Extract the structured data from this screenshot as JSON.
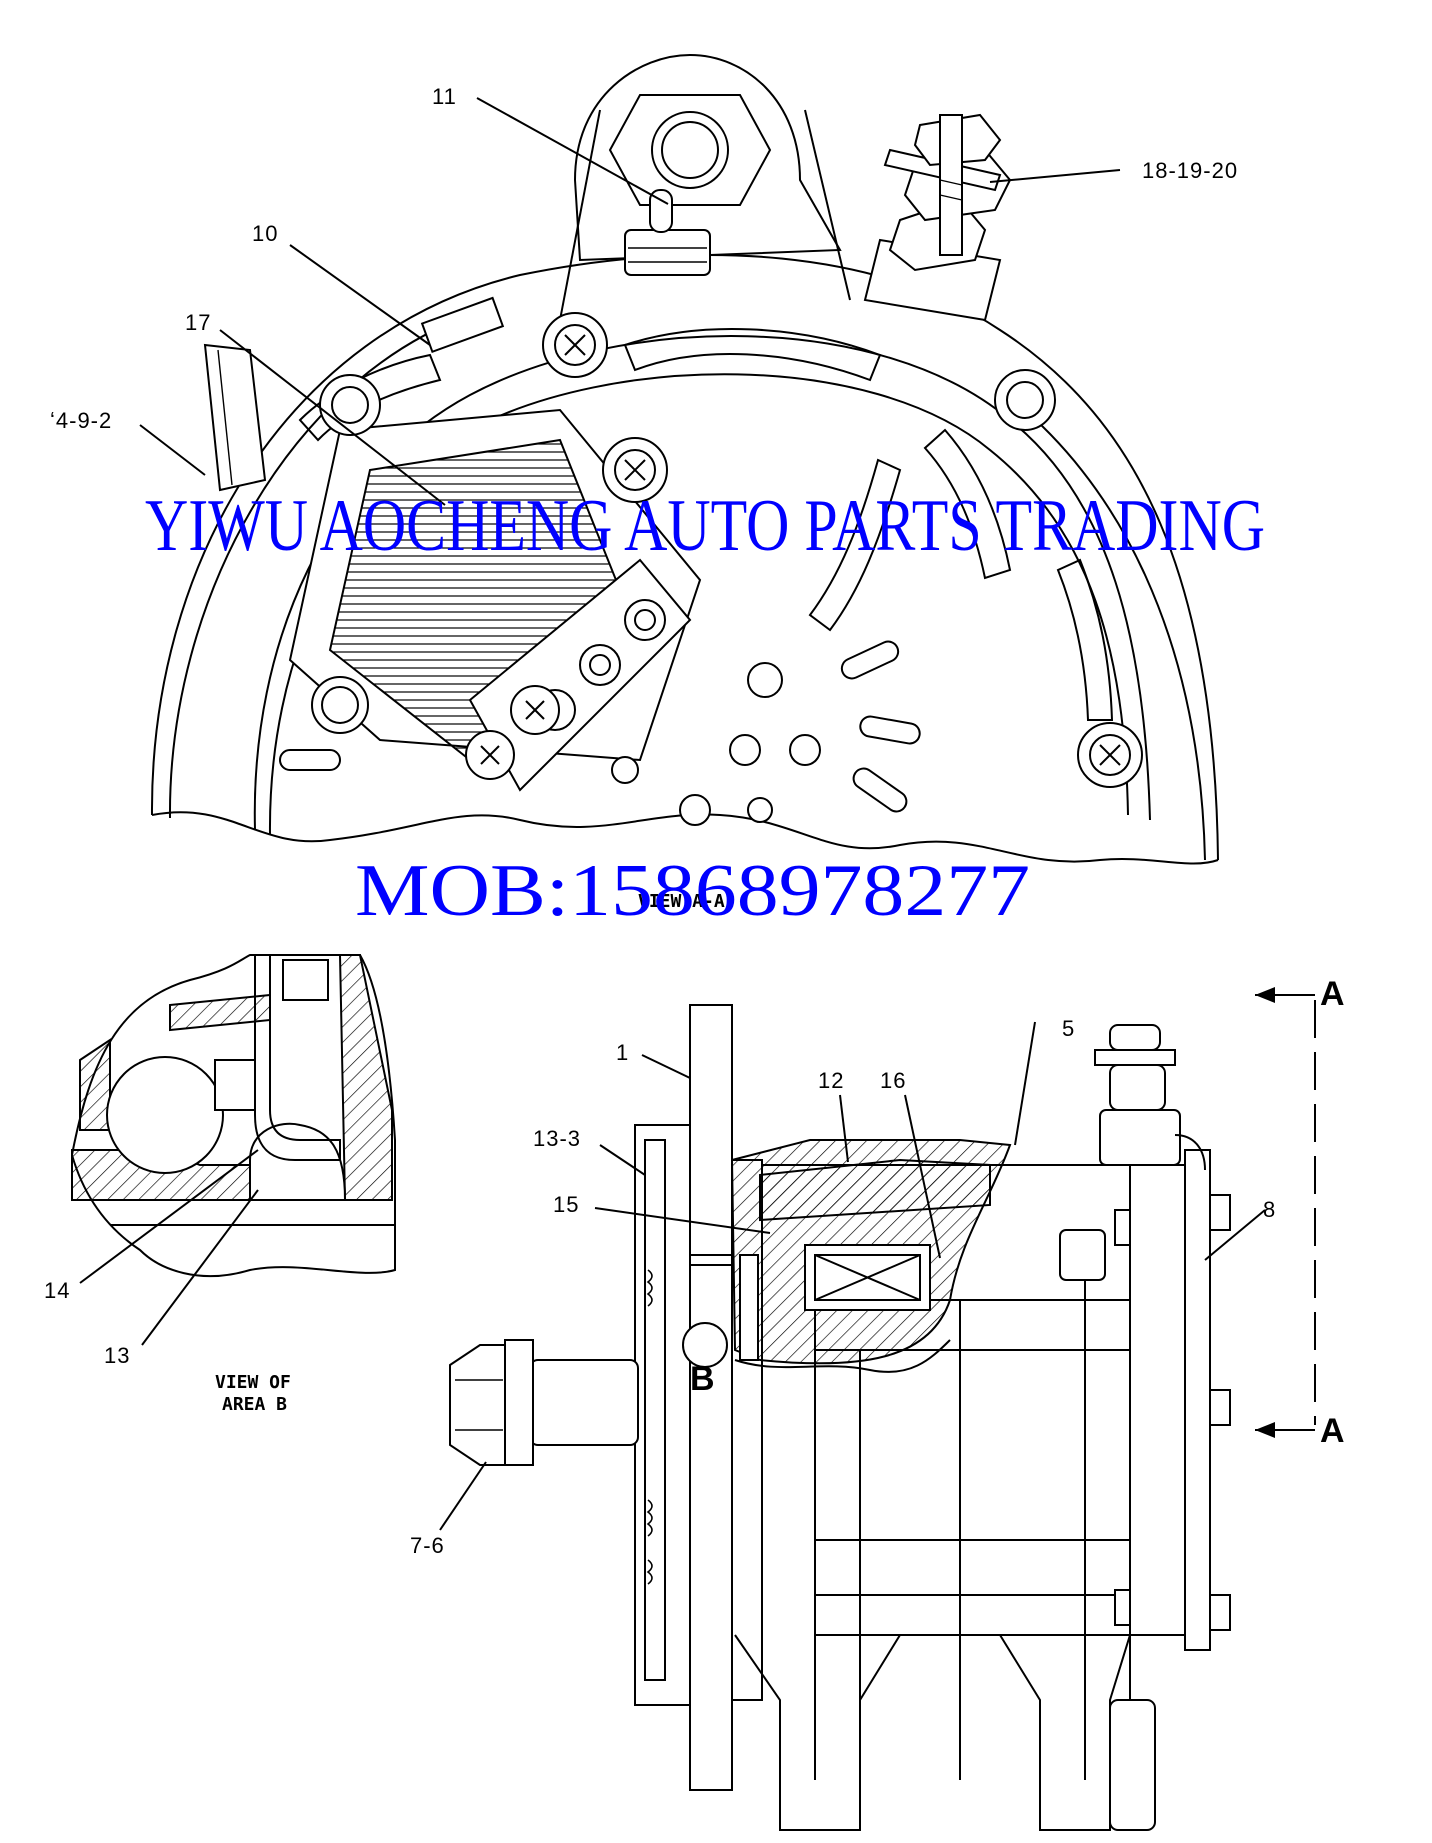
{
  "labels": {
    "top": {
      "l11": "11",
      "l18_19_20": "18-19-20",
      "l10": "10",
      "l17": "17",
      "l4_9_2": "ʻ4-9-2"
    },
    "side": {
      "l1": "1",
      "l5": "5",
      "l12": "12",
      "l16": "16",
      "l13_3": "13-3",
      "l15": "15",
      "l8": "8",
      "l7_6": "7-6",
      "b": "B",
      "a_top": "A",
      "a_bottom": "A"
    },
    "detail": {
      "l14": "14",
      "l13": "13"
    }
  },
  "captions": {
    "view_aa": "VIEW A-A",
    "view_area_b_line1": "VIEW OF",
    "view_area_b_line2": "AREA B"
  },
  "watermark": {
    "company": "YIWU AOCHENG AUTO PARTS TRADING",
    "phone": "MOB:15868978277",
    "color": "#0000ff"
  }
}
